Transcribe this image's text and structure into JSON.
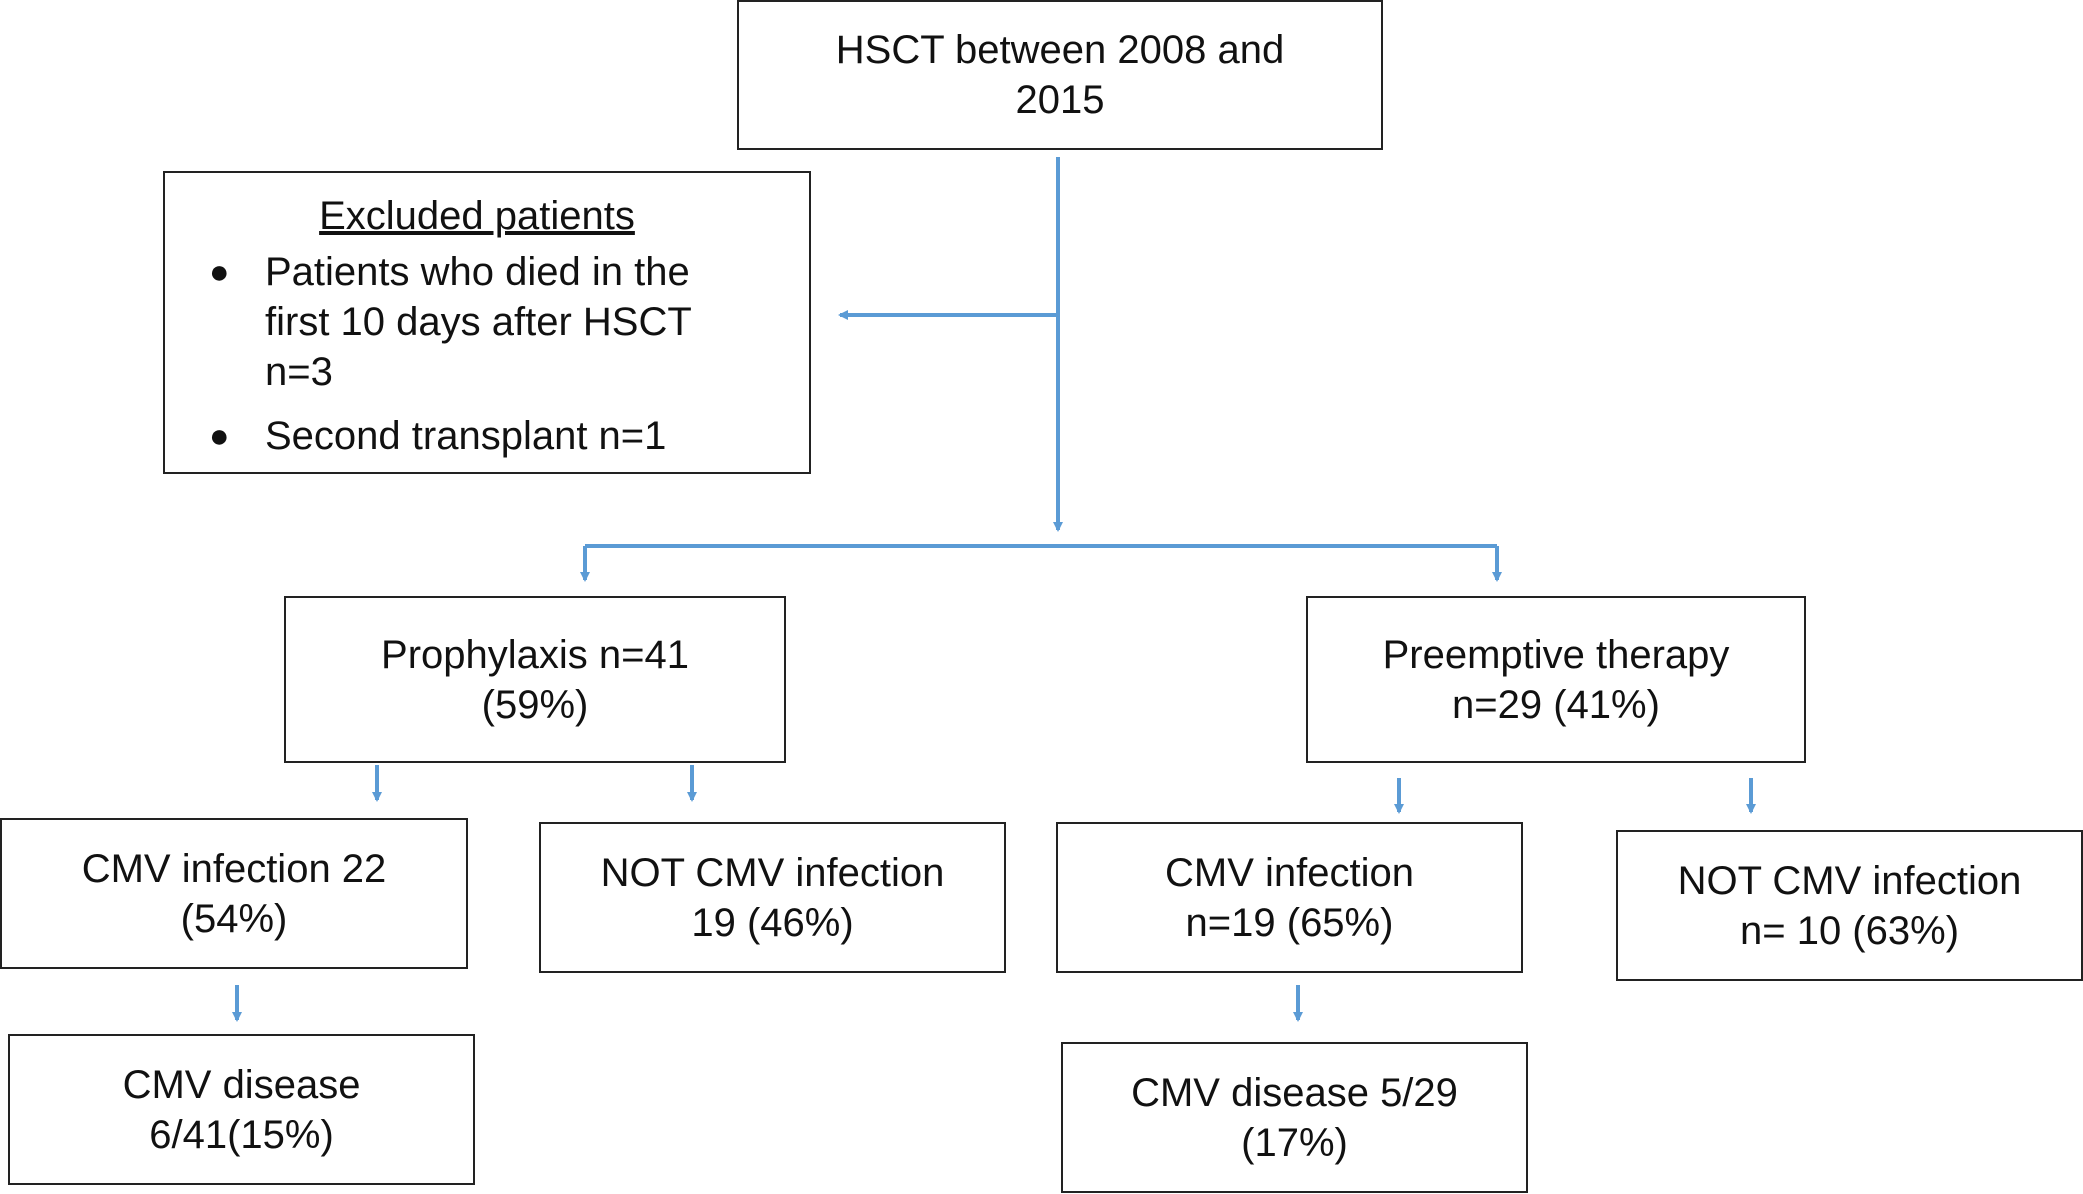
{
  "colors": {
    "arrow": "#5b9bd5",
    "border": "#222222"
  },
  "boxes": {
    "top": {
      "line1": "HSCT between 2008 and",
      "line2": "2015"
    },
    "excluded": {
      "title": "Excluded patients",
      "items": [
        {
          "line1": "Patients who died in the",
          "line2": "first 10 days after HSCT",
          "line3": "n=3"
        },
        {
          "line1": "Second transplant n=1"
        }
      ]
    },
    "prophylaxis": {
      "line1": "Prophylaxis n=41",
      "line2": "(59%)"
    },
    "preemptive": {
      "line1": "Preemptive therapy",
      "line2": "n=29 (41%)"
    },
    "proph_cmv_infection": {
      "line1": "CMV infection 22",
      "line2": "(54%)"
    },
    "proph_not_cmv": {
      "line1": "NOT CMV infection",
      "line2": "19 (46%)"
    },
    "pre_cmv_infection": {
      "line1": "CMV infection",
      "line2": "n=19 (65%)"
    },
    "pre_not_cmv": {
      "line1": "NOT CMV infection",
      "line2": "n= 10 (63%)"
    },
    "proph_cmv_disease": {
      "line1": "CMV disease",
      "line2": "6/41(15%)"
    },
    "pre_cmv_disease": {
      "line1": "CMV disease 5/29",
      "line2": "(17%)"
    }
  }
}
